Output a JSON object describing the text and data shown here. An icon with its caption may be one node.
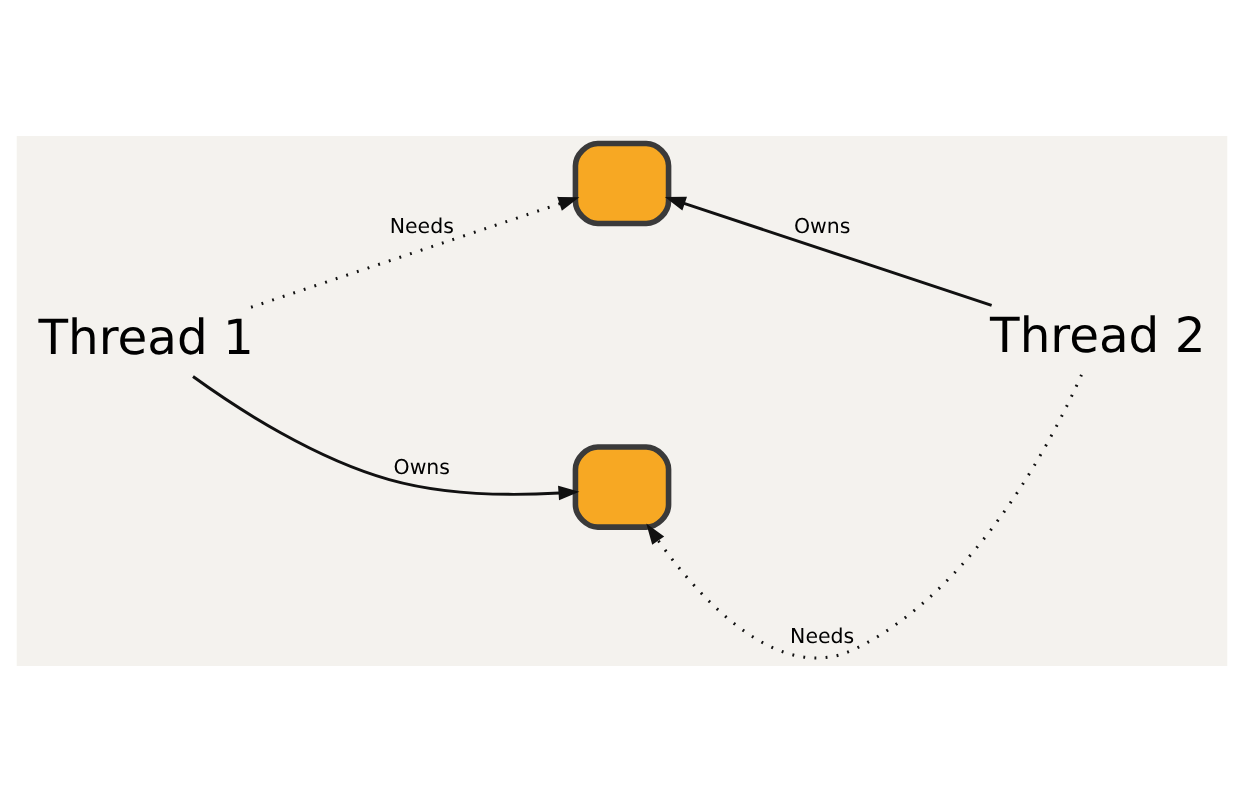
{
  "diagram": {
    "nodes": [
      {
        "text": [],
        "shape": "lock"
      },
      {
        "text": [
          "Thread 1"
        ]
      },
      {
        "text": [
          "Thread 2"
        ]
      },
      {
        "text": [],
        "shape": "lock"
      }
    ],
    "edges": [
      {
        "from": 1,
        "to": 0,
        "arrow": "to",
        "label": "Needs",
        "style": "dashed"
      },
      {
        "from": 2,
        "to": 0,
        "arrow": "to",
        "label": "Owns"
      },
      {
        "from": 1,
        "to": 3,
        "arrow": "to",
        "label": "Owns"
      },
      {
        "from": 2,
        "to": 3,
        "arrow": "to",
        "label": "Needs",
        "style": "dashed"
      }
    ]
  }
}
